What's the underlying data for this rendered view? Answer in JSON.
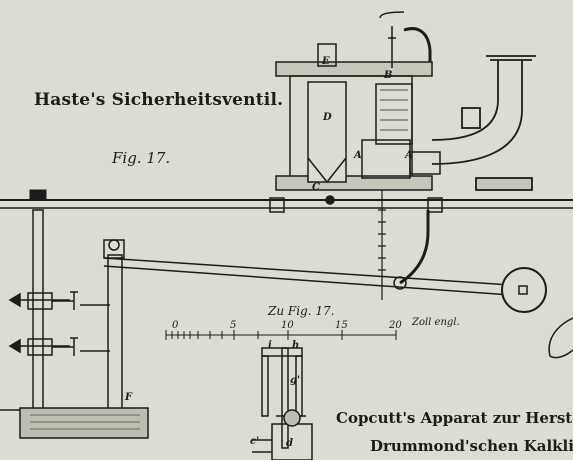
{
  "title": "Haste's Sicherheitsventil.",
  "figure_label": "Fig. 17.",
  "scale": {
    "title": "Zu Fig. 17.",
    "ticks": [
      "0",
      "5",
      "10",
      "15",
      "20"
    ],
    "unit": "Zoll engl."
  },
  "part_labels": {
    "E": "E",
    "D": "D",
    "B": "B",
    "A_left": "A",
    "A_right": "A",
    "C": "C",
    "F": "F",
    "i": "i",
    "h": "h",
    "g_prime": "g'",
    "d": "d",
    "c_prime": "c'"
  },
  "caption": {
    "line1": "Copcutt's Apparat zur Herstel",
    "line2": "Drummond'schen Kalklich"
  }
}
